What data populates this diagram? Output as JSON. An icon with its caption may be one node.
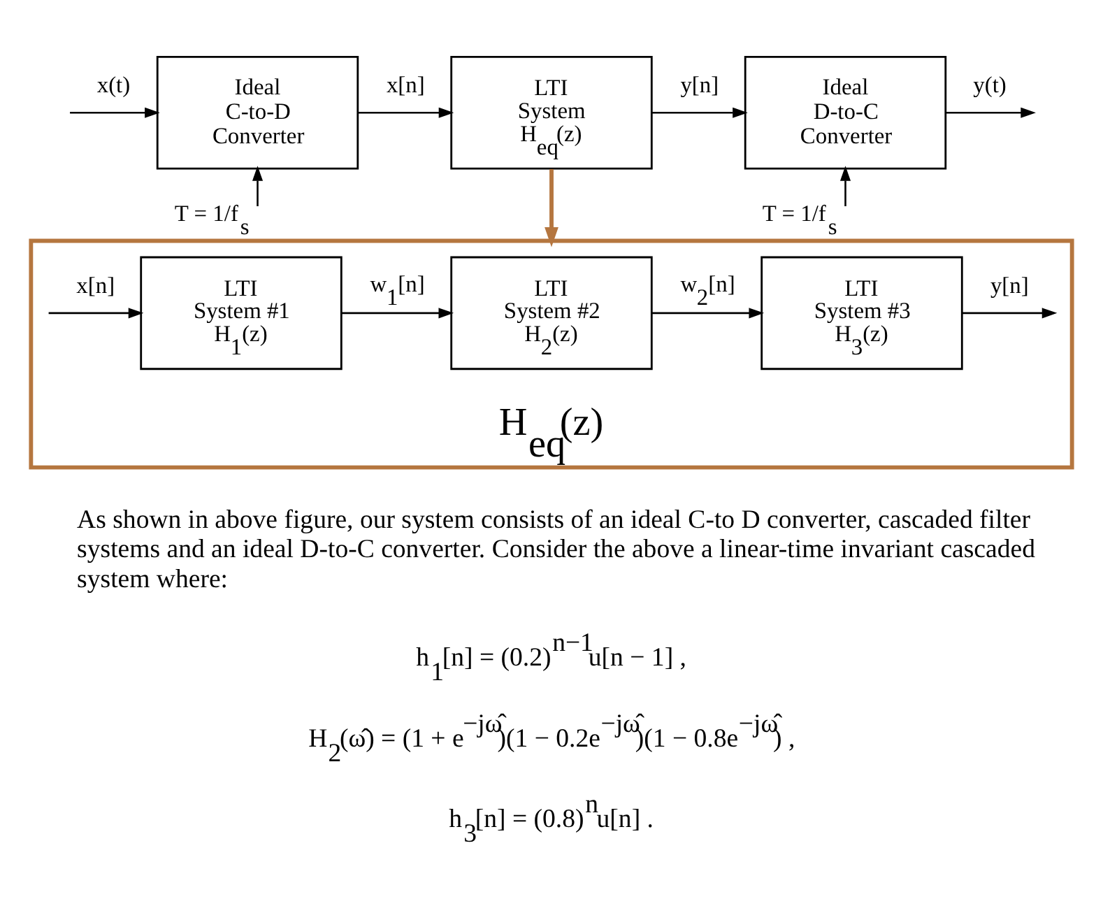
{
  "diagram": {
    "nodes": [
      {
        "text": [
          "Ideal C-to-D Converter"
        ]
      },
      {
        "text": [
          "LTI System H$_{eq}$(z)"
        ]
      },
      {
        "text": [
          "Ideal D-to-C Converter"
        ]
      },
      {
        "text": [
          "H$_{eq}$(z)"
        ]
      },
      {
        "text": [
          "LTI System #1 H$_{1}$(z)"
        ],
        "in": 3
      },
      {
        "text": [
          "LTI System #2 H$_{2}$(z)"
        ],
        "in": 3
      },
      {
        "text": [
          "LTI System #3 H$_{3}$(z)"
        ],
        "in": 3
      }
    ],
    "edges": [
      {
        "from": null,
        "to": 0,
        "arrow": "to",
        "label": "x(t)"
      },
      {
        "from": 0,
        "to": 1,
        "arrow": "to",
        "label": "x[n]"
      },
      {
        "from": 1,
        "to": 2,
        "arrow": "to",
        "label": "y[n]"
      },
      {
        "from": 2,
        "to": null,
        "arrow": "to",
        "label": "y(t)"
      },
      {
        "from": null,
        "to": 0,
        "arrow": "to",
        "label": "T = 1/f$_{s}$"
      },
      {
        "from": null,
        "to": 2,
        "arrow": "to",
        "label": "T = 1/f$_{s}$"
      },
      {
        "from": 1,
        "to": 3,
        "arrow": "to",
        "style": "thick",
        "color": "#b5763f"
      },
      {
        "from": null,
        "to": 4,
        "arrow": "to",
        "label": "x[n]"
      },
      {
        "from": 4,
        "to": 5,
        "arrow": "to",
        "label": "w$_{1}$[n]"
      },
      {
        "from": 5,
        "to": 6,
        "arrow": "to",
        "label": "w$_{2}$[n]"
      },
      {
        "from": 6,
        "to": null,
        "arrow": "to",
        "label": "y[n]"
      }
    ],
    "labels": [
      "As shown in above figure, our system consists of an ideal C-to D converter, cascaded filter systems and an ideal D-to-C converter. Consider the above a linear-time invariant cascaded system where:",
      "h$_{1}$[n] = (0.2)$^{n−1}$u[n − 1] ,",
      "H$_{2}$(ω̂) = (1 + e$^{−jω̂}$)(1 − 0.2e$^{−jω̂}$)(1 − 0.8e$^{−jω̂}$) ,",
      "h$_{3}$[n] = (0.8)$^{n}$u[n] ."
    ]
  }
}
